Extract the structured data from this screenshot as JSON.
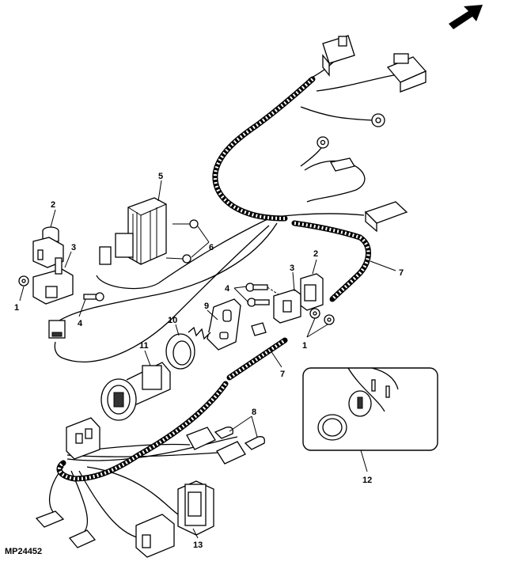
{
  "figure_code": "MP24452",
  "callouts": {
    "c1a": "1",
    "c2a": "2",
    "c3a": "3",
    "c4a": "4",
    "c5": "5",
    "c6": "6",
    "c7a": "7",
    "c3b": "3",
    "c2b": "2",
    "c4b": "4",
    "c1b": "1",
    "c9": "9",
    "c10": "10",
    "c11": "11",
    "c7b": "7",
    "c8": "8",
    "c12": "12",
    "c13": "13"
  }
}
